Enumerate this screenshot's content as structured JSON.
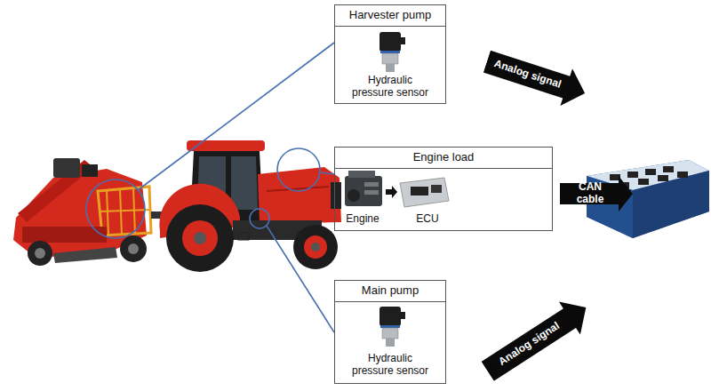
{
  "diagram": {
    "nodes": [
      {
        "text": [
          "Harvester pump",
          "Hydraulic pressure sensor"
        ]
      },
      {
        "text": [
          "Analog signal"
        ]
      },
      {
        "text": [
          "Engine load",
          "Engine",
          "ECU"
        ]
      },
      {
        "text": [
          "CAN cable"
        ]
      },
      {
        "text": [
          "Main pump",
          "Hydraulic pressure sensor"
        ]
      },
      {
        "text": [
          "Analog signal"
        ]
      }
    ]
  }
}
